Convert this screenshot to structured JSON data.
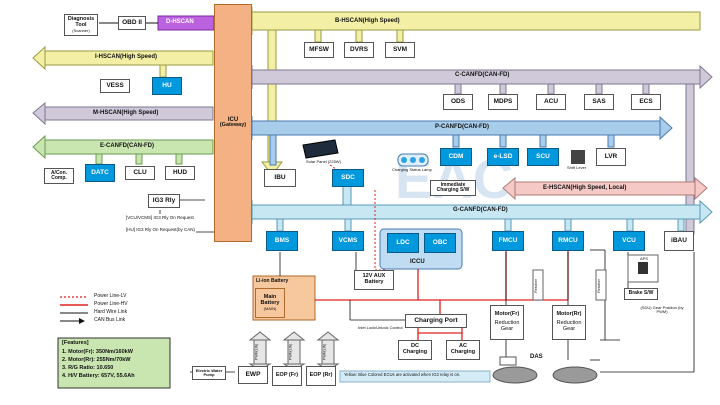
{
  "modules": {
    "diag_tool": "Diagnosis Tool",
    "diag_sub": "(Scanner)",
    "obd": "OBD II",
    "icu": "ICU",
    "icu_sub": "(Gateway)",
    "mfsw": "MFSW",
    "dvrs": "DVRS",
    "svm": "SVM",
    "hu": "HU",
    "vess": "VESS",
    "ods": "ODS",
    "mdps": "MDPS",
    "acu": "ACU",
    "sas": "SAS",
    "ecs": "ECS",
    "datc": "DATC",
    "clu": "CLU",
    "hud": "HUD",
    "acon": "A/Con. Comp.",
    "ig3": "IG3 Rly",
    "ibu": "IBU",
    "sdc": "SDC",
    "cdm": "CDM",
    "elsd": "e-LSD",
    "scu": "SCU",
    "lvr": "LVR",
    "bms": "BMS",
    "vcms": "VCMS",
    "ldc": "LDC",
    "obc": "OBC",
    "fmcu": "FMCU",
    "rmcu": "RMCU",
    "vcu": "VCU",
    "ibau": "iBAU",
    "aux_battery": "12V AUX Battery",
    "main_battery": "Main Battery",
    "main_battery_sub": "(MAIN)",
    "li_ion": "Li-ion Battery",
    "charging_port": "Charging Port",
    "dc_charging": "DC Charging",
    "ac_charging": "AC Charging",
    "motor_fr": "Motor(Fr)",
    "motor_rr": "Motor(Rr)",
    "gear_fr": "Reduction Gear",
    "gear_rr": "Reduction Gear",
    "ewp": "EWP",
    "eop_fr": "EOP (Fr)",
    "eop_rr": "EOP (Rr)",
    "elec_pump": "Electric Water Pump",
    "brake_sw": "Brake S/W",
    "aps": "APS",
    "gear_position": "(SDU) Gear Position (by PWM)",
    "solar_panel": "Solar Panel (225W)",
    "charging_lamp": "Charging Status Lamp",
    "immediate_charging": "Immediate Charging S/W",
    "shift_lever": "Shift Lever",
    "das": "DAS",
    "iccu": "ICCU",
    "inlet_lock": "Inlet Lock/Unlock Control"
  },
  "buses": {
    "d_hscan": "D-HSCAN",
    "b_hscan": "B-HSCAN(High Speed)",
    "i_hscan": "I-HSCAN(High Speed)",
    "c_canfd": "C-CANFD(CAN-FD)",
    "m_hscan": "M-HSCAN(High Speed)",
    "p_canfd": "P-CANFD(CAN-FD)",
    "e_canfd": "E-CANFD(CAN-FD)",
    "e_hscan": "E-HSCAN(High Speed, Local)",
    "g_canfd": "G-CANFD(CAN-FD)"
  },
  "notes": {
    "vcu_ig3": "[VCU/VCMS] IG3 Rly On Request",
    "hu_ig3": "[HU] IG3 Rly On Request(by CAN)",
    "bottom_note": "Yellow: Blue Colored ECUs are activated when IG3 relay is on."
  },
  "legend": {
    "items": [
      {
        "label": "Power Line-LV",
        "color": "#e02020",
        "style": "dashed"
      },
      {
        "label": "Power Line-HV",
        "color": "#e02020",
        "style": "solid"
      },
      {
        "label": "Hard Wire Link",
        "color": "#111111",
        "style": "solid"
      },
      {
        "label": "CAN Bus Link",
        "color": "#111111",
        "style": "arrow"
      }
    ]
  },
  "features": {
    "title": "[Features]",
    "items": [
      "1. Motor(Fr): 350Nm/160kW",
      "2. Motor(Rr): 255Nm/70kW",
      "3. R/G Ratio: 10.650",
      "4. H/V Battery: 657V, 55.6Ah"
    ]
  },
  "pwm_labels": {
    "pwm_lin1": "PWM(LIN)",
    "pwm_lin2": "PWM(LIN)",
    "pwm_lin3": "PWM(LIN)",
    "resolver_fr": "Resolver",
    "resolver_rr": "Resolver"
  },
  "watermark": "EAC",
  "colors": {
    "bus_yellow": "#f3f0a6",
    "bus_green": "#c9e6b0",
    "bus_gray": "#cfc9da",
    "bus_blue": "#a8cdea",
    "bus_pink": "#f4c9c6",
    "bus_lightblue": "#c7e7f3",
    "icu_orange": "#f4b183",
    "ecu_blue": "#0099dd",
    "battery_orange": "#f7c79e"
  }
}
